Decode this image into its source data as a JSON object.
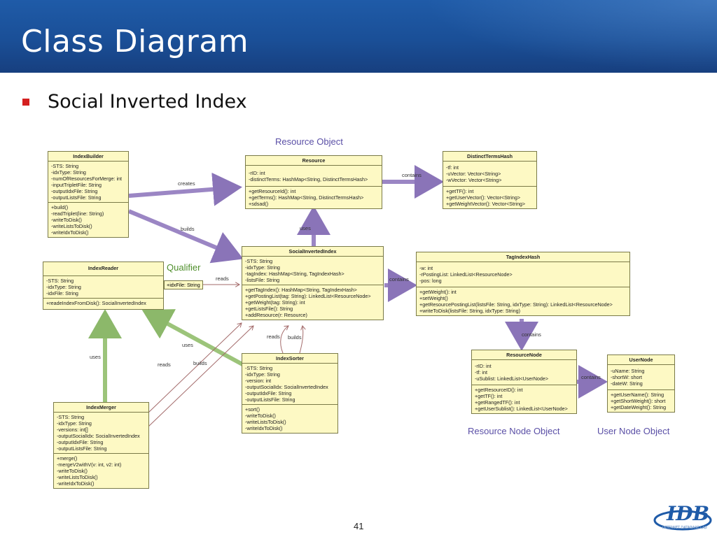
{
  "slide": {
    "title": "Class Diagram",
    "bullet": "Social Inverted Index",
    "page_number": "41"
  },
  "notes": {
    "resource_object": "Resource Object",
    "qualifier": "Qualifier",
    "resource_node_object": "Resource Node Object",
    "user_node_object": "User Node Object"
  },
  "qualifier_box": "+idxFile: String",
  "relations": {
    "creates": "creates",
    "builds_top": "builds",
    "uses_top": "uses",
    "contains_resource": "contains",
    "contains_inverted": "contains",
    "contains_tag": "contains",
    "contains_node": "contains",
    "reads_qualifier": "reads",
    "reads_sorter": "reads",
    "builds_sorter": "builds",
    "uses_merger": "uses",
    "uses_reader": "uses",
    "reads_merger": "reads",
    "builds_merger": "builds"
  },
  "classes": {
    "indexbuilder": {
      "name": "IndexBuilder",
      "attrs": [
        "-STS: String",
        "-idxType: String",
        "-numOfResourcesForMerge: int",
        "-inputTripletFile: String",
        "-outputIdxFile: String",
        "-outputListsFile: String"
      ],
      "ops": [
        "+build()",
        "-readTriplet(line: String)",
        "-writeToDisk()",
        "-writeListsToDisk()",
        "-writeIdxToDisk()"
      ]
    },
    "resource": {
      "name": "Resource",
      "attrs": [
        "-rID: int",
        "-distinctTerms: HashMap<String, DistinctTermsHash>"
      ],
      "ops": [
        "+getResourceId(): int",
        "+getTerms(): HashMap<String, DistinctTermsHash>",
        "+sdsad()"
      ]
    },
    "distincttermshash": {
      "name": "DistinctTermsHash",
      "attrs": [
        "-tf: int",
        "-uVector: Vector<String>",
        "-wVector: Vector<String>"
      ],
      "ops": [
        "+getTF(): int",
        "+getUserVector(): Vector<String>",
        "+getWeightVector(): Vector<String>"
      ]
    },
    "socialinvertedindex": {
      "name": "SocialInvertedIndex",
      "attrs": [
        "-STS: String",
        "-idxType: String",
        "-tagIndex: HashMap<String, TagIndexHash>",
        "-listsFile: String"
      ],
      "ops": [
        "+getTagIndex(): HashMap<String, TagIndexHash>",
        "+getPostingList(tag: String): LinkedList<ResourceNode>",
        "+getWeight(tag: String): int",
        "+getListsFile(): String",
        "+addResource(r: Resource)"
      ]
    },
    "tagindexhash": {
      "name": "TagIndexHash",
      "attrs": [
        "-w: int",
        "-rPostingList: LinkedList<ResourceNode>",
        "-pos: long"
      ],
      "ops": [
        "+getWeight(): int",
        "+setWeight()",
        "+getResourcePostingList(listsFile: String, idxType: String): LinkedList<ResourceNode>",
        "+writeToDisk(listsFile: String, idxType: String)"
      ]
    },
    "indexreader": {
      "name": "IndexReader",
      "attrs": [
        "-STS: String",
        "-idxType: String",
        "-idxFile: String"
      ],
      "ops": [
        "+readeIndexFromDisk(): SocialInvertedIndex"
      ]
    },
    "indexsorter": {
      "name": "IndexSorter",
      "attrs": [
        "-STS: String",
        "-idxType: String",
        "-version: int",
        "-outputSocialIdx: SocialInvertedIndex",
        "-outputIdxFile: String",
        "-outputListsFile: String"
      ],
      "ops": [
        "+sort()",
        "-writeToDisk()",
        "-writeListsToDisk()",
        "-writeIdxToDisk()"
      ]
    },
    "indexmerger": {
      "name": "IndexMerger",
      "attrs": [
        "-STS: String",
        "-idxType: String",
        "-versions: int[]",
        "-outputSocialIdx: SocialInvertedIndex",
        "-outputIdxFile: String",
        "-outputListsFile: String"
      ],
      "ops": [
        "+merge()",
        "-mergeV2withV(v: int, v2: int)",
        "-writeToDisk()",
        "-writeListsToDisk()",
        "-writeIdxToDisk()"
      ]
    },
    "resourcenode": {
      "name": "ResourceNode",
      "attrs": [
        "-rID: int",
        "-tf: int",
        "-uSublist: LinkedList<UserNode>"
      ],
      "ops": [
        "+getResourceID(): int",
        "+getTF(): int",
        "+getRangedTF(): int",
        "+getUserSublist(): LinkedList<UserNode>"
      ]
    },
    "usernode": {
      "name": "UserNode",
      "attrs": [
        "-uName: String",
        "-shortW: short",
        "-dateW: String"
      ],
      "ops": [
        "+getUserName(): String",
        "+getShortWeight(): short",
        "+getDateWeight(): String"
      ]
    }
  },
  "colors": {
    "header": "#1a4f97",
    "bullet": "#d41f1f",
    "class_fill": "#fdf9c4",
    "purple_link": "#9b86c4",
    "green_link": "#9cc47a",
    "thin_link": "#a36a6a",
    "note_purple": "#5a4fa6",
    "note_green": "#4f8f2c"
  }
}
